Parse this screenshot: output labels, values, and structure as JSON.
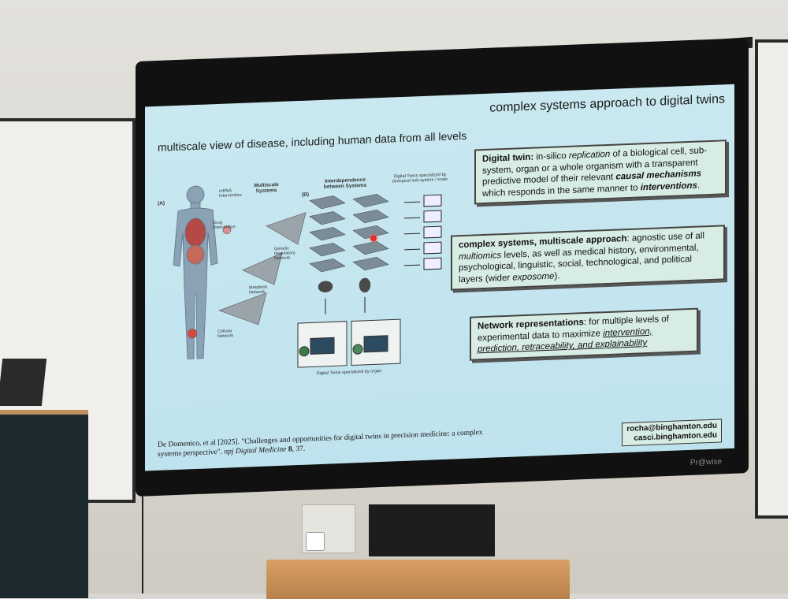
{
  "slide": {
    "title": "complex systems approach to digital twins",
    "subtitle": "multiscale view of disease, including human data from all levels",
    "figure": {
      "label_a": "(A)",
      "label_b": "(B)",
      "multiscale_label": "Multiscale Systems",
      "interdependence_label": "Interdependence between Systems",
      "twins_subsystem_label": "Digital Twins specialized by biological sub-system / scale",
      "twins_organ_label": "Digital Twins specialized by organ",
      "mrna_label": "mRNA Intervention",
      "drug_label": "Drug Intervention",
      "grn_label": "Genetic Regulatory Network",
      "metabolic_label": "Metabolic Network",
      "cellular_label": "Cellular Network"
    },
    "box1": {
      "lead": "Digital twin:",
      "t1": " in-silico ",
      "em1": "replication",
      "t2": " of a biological cell, sub-system, organ or a whole organism with a transparent predictive model of their relevant ",
      "em2": "causal mechanisms",
      "t3": " which responds in the same manner to ",
      "em3": "interventions",
      "t4": "."
    },
    "box2": {
      "lead": "complex systems, multiscale approach",
      "t1": ": agnostic use of all ",
      "em1": "multiomics",
      "t2": " levels, as well as medical history, environmental, psychological, linguistic, social, technological, and political layers (wider ",
      "em2": "exposome",
      "t3": ")."
    },
    "box3": {
      "lead": "Network representations",
      "t1": ": for multiple levels of experimental data to maximize ",
      "em1": "intervention, prediction, retraceability, and explainability"
    },
    "reference": {
      "authors": "De Domenico, et al [2025]. \"Challenges and opportunities for digital twins in precision medicine: a complex systems perspective\". ",
      "journal": "npj Digital Medicine",
      "volume": " 8",
      "pages": ", 37."
    },
    "contact": {
      "email": "rocha@binghamton.edu",
      "site": "casci.binghamton.edu"
    }
  },
  "monitor": {
    "brand": "Pr@wise"
  },
  "colors": {
    "screen_bg": "#c3e5ef",
    "box_bg": "#d7ece3",
    "box_border": "#444444",
    "highlight": "#e23030"
  }
}
